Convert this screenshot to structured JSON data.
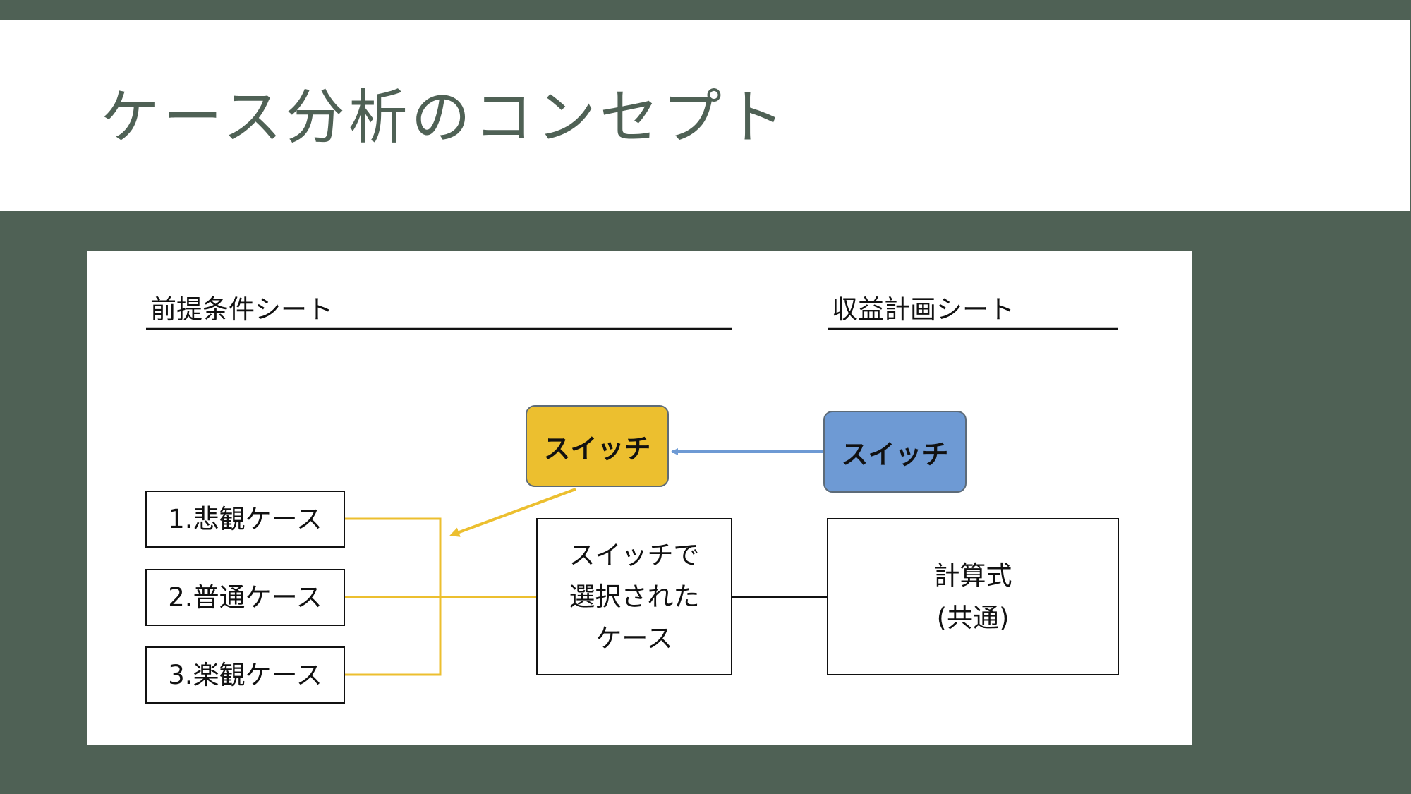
{
  "title": "ケース分析のコンセプト",
  "premise_sheet": {
    "label": "前提条件シート"
  },
  "plan_sheet": {
    "label": "収益計画シート"
  },
  "cases": [
    "1.悲観ケース",
    "2.普通ケース",
    "3.楽観ケース"
  ],
  "selected_case": [
    "スイッチで",
    "選択された",
    "ケース"
  ],
  "switch_premise": "スイッチ",
  "switch_plan": "スイッチ",
  "formula": [
    "計算式",
    "(共通)"
  ],
  "colors": {
    "background": "#4f6155",
    "switch_yellow": "#ecbf2f",
    "switch_blue": "#6e9ad4",
    "yellow_connector": "#ecbf2f",
    "blue_arrow": "#6e9ad4"
  }
}
